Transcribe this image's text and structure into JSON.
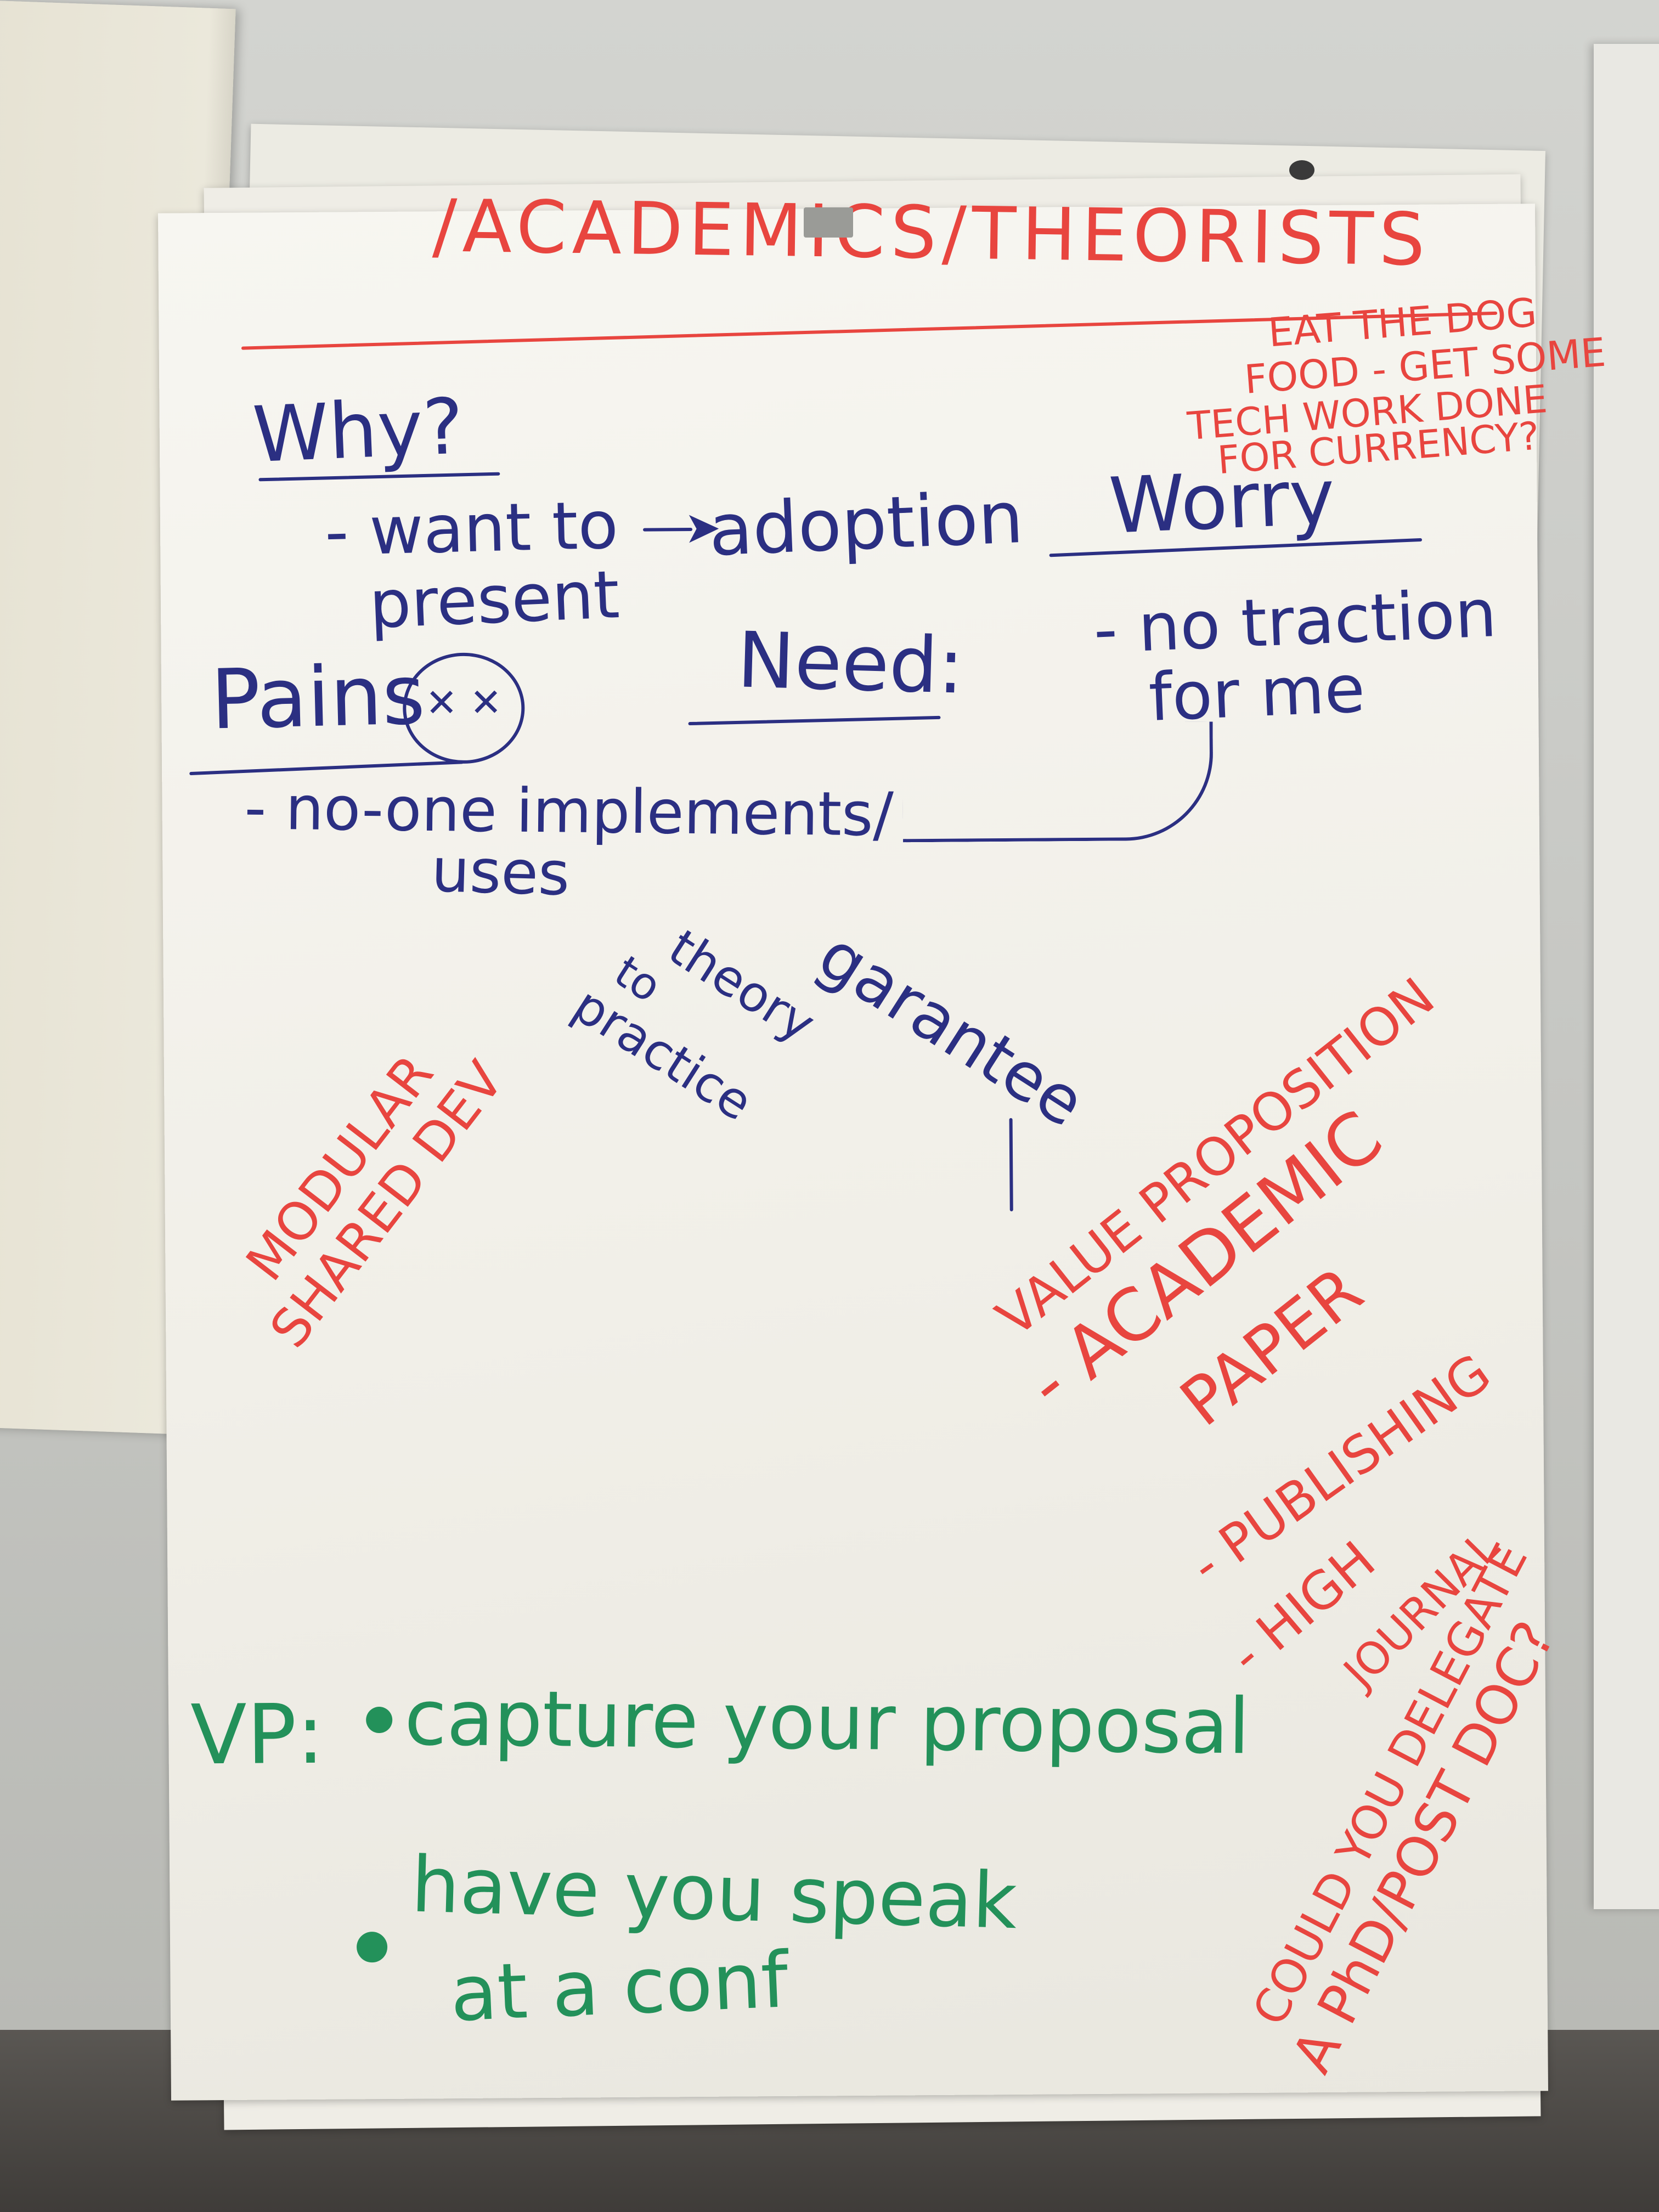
{
  "board": {
    "title": "/ACADEMICS/THEORISTS",
    "red_note_top": [
      "EAT THE DOG",
      "FOOD - GET SOME",
      "TECH WORK DONE",
      "FOR CURRENCY?"
    ],
    "why_heading": "Why?",
    "why_item_line1": "- want to",
    "why_item_line2": "present",
    "adoption": "adoption",
    "worry_heading": "Worry",
    "worry_item_line1": "- no traction",
    "worry_item_line2": "for me",
    "need_heading": "Need:",
    "pains_heading": "Pains",
    "pains_item_line1": "- no-one implements/",
    "pains_item_line2": "uses",
    "guarantee": "garantee",
    "theory_line1": "theory",
    "theory_line2": "to",
    "theory_line3": "practice",
    "modular_line1": "MODULAR",
    "modular_line2": "SHARED DEV",
    "value_prop_line1": "VALUE PROPOSITION",
    "value_prop_line2": "- ACADEMIC",
    "value_prop_line3": "PAPER",
    "value_prop_line4": "- PUBLISHING",
    "value_prop_line5": "- HIGH",
    "value_prop_line6": "JOURNAL",
    "could_line1": "COULD YOU DELEGATE",
    "could_line2": "A PhD/POST DOC?",
    "vp_label": "VP:",
    "vp_item1": "capture your proposal",
    "vp_item2_line1": "have you speak",
    "vp_item2_line2": "at a conf"
  },
  "colors": {
    "red_marker": "#e8453f",
    "blue_marker": "#2b2f82",
    "green_marker": "#23915a",
    "paper": "#f3f1ea"
  }
}
